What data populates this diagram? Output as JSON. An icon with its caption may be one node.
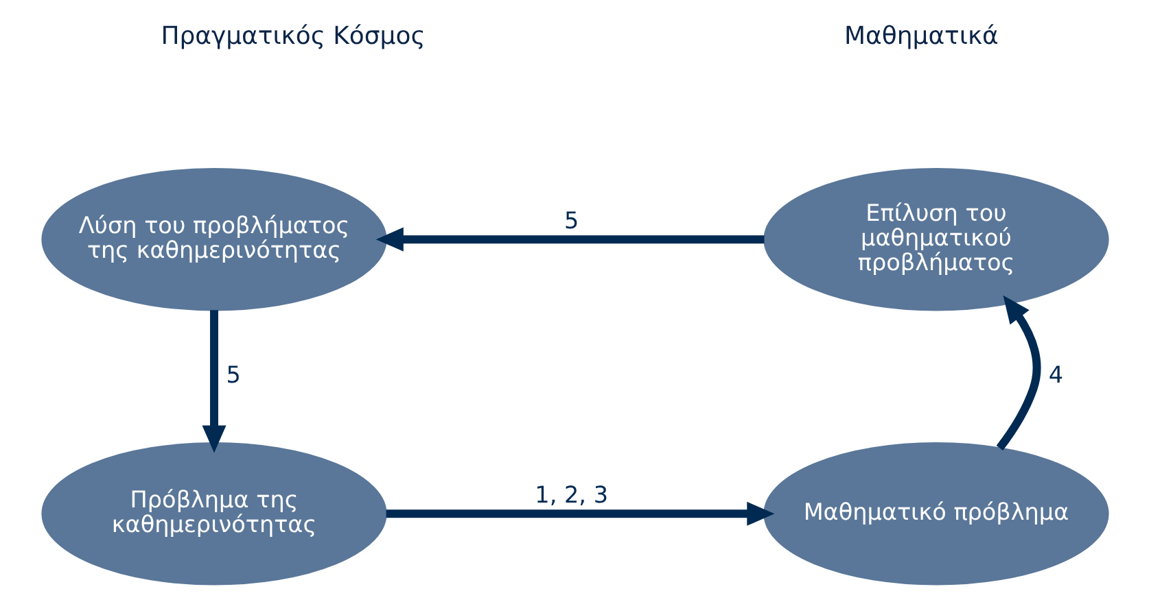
{
  "diagram": {
    "nodes": [
      {
        "text": [
          "Λύση του προβλήματος της καθημερινότητας"
        ]
      },
      {
        "text": [
          "Επίλυση του μαθηματικού προβλήματος"
        ]
      },
      {
        "text": [
          "Πρόβλημα της καθημερινότητας"
        ]
      },
      {
        "text": [
          "Μαθηματικό πρόβλημα"
        ]
      }
    ],
    "edges": [
      {
        "from": 1,
        "to": 0,
        "arrow": "to",
        "label": "5"
      },
      {
        "from": 0,
        "to": 2,
        "arrow": "to",
        "label": "5"
      },
      {
        "from": 2,
        "to": 3,
        "arrow": "to",
        "label": "1, 2, 3"
      },
      {
        "from": 3,
        "to": 1,
        "arrow": "to",
        "label": "4"
      }
    ],
    "labels": [
      "Πραγματικός Κόσμος",
      "Μαθηματικά"
    ]
  }
}
